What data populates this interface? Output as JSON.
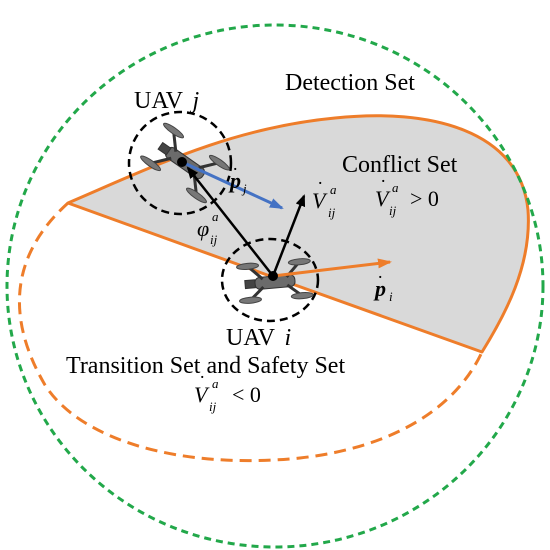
{
  "labels": {
    "detection_set": "Detection Set",
    "conflict_set": "Conflict Set",
    "transition_safety_set": "Transition Set and Safety Set",
    "uav_j": "UAV",
    "uav_j_index": "j",
    "uav_i": "UAV",
    "uav_i_index": "i"
  },
  "math": {
    "p_dot_j_base": "p",
    "p_dot_j_sub": "j",
    "p_dot_i_base": "p",
    "p_dot_i_sub": "i",
    "v_dot_base": "V",
    "v_dot_sup": "a",
    "v_dot_sub": "ij",
    "phi_base": "φ",
    "phi_sup": "a",
    "phi_sub": "ij",
    "conflict_condition": "> 0",
    "safety_condition": "< 0"
  },
  "colors": {
    "detection_boundary": "#22a84a",
    "conflict_boundary": "#ee7d2a",
    "conflict_fill": "#d9d9d9",
    "p_j_arrow": "#4472c4",
    "p_i_arrow": "#ee7d2a",
    "black": "#000000"
  },
  "icons": [
    "uav-j-drone-icon",
    "uav-i-drone-icon"
  ]
}
